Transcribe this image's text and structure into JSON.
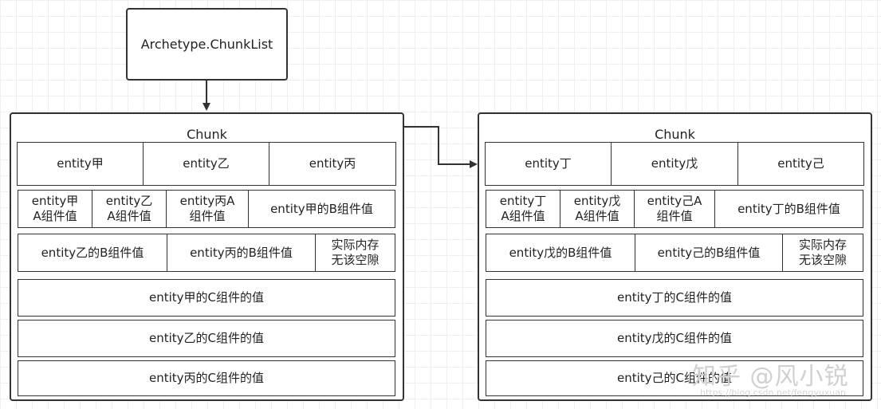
{
  "root": {
    "label": "Archetype.ChunkList"
  },
  "chunks": [
    {
      "title": "Chunk",
      "row1": [
        "entity甲",
        "entity乙",
        "entity丙"
      ],
      "row2": [
        "entity甲\nA组件值",
        "entity乙\nA组件值",
        "entity丙A\n组件值",
        "entity甲的B组件值"
      ],
      "row3": [
        "entity乙的B组件值",
        "entity丙的B组件值",
        "实际内存\n无该空隙"
      ],
      "rowsC": [
        "entity甲的C组件的值",
        "entity乙的C组件的值",
        "entity丙的C组件的值"
      ]
    },
    {
      "title": "Chunk",
      "row1": [
        "entity丁",
        "entity戊",
        "entity己"
      ],
      "row2": [
        "entity丁\nA组件值",
        "entity戊\nA组件值",
        "entity己A\n组件值",
        "entity丁的B组件值"
      ],
      "row3": [
        "entity戊的B组件值",
        "entity己的B组件值",
        "实际内存\n无该空隙"
      ],
      "rowsC": [
        "entity丁的C组件的值",
        "entity戊的C组件的值",
        "entity己的C组件的值"
      ]
    }
  ],
  "watermark": {
    "main": "知乎 @风小锐",
    "sub": "https://blog.csdn.net/fengyuxuan"
  },
  "colors": {
    "stroke": "#333333",
    "grid": "#eeeeee"
  }
}
